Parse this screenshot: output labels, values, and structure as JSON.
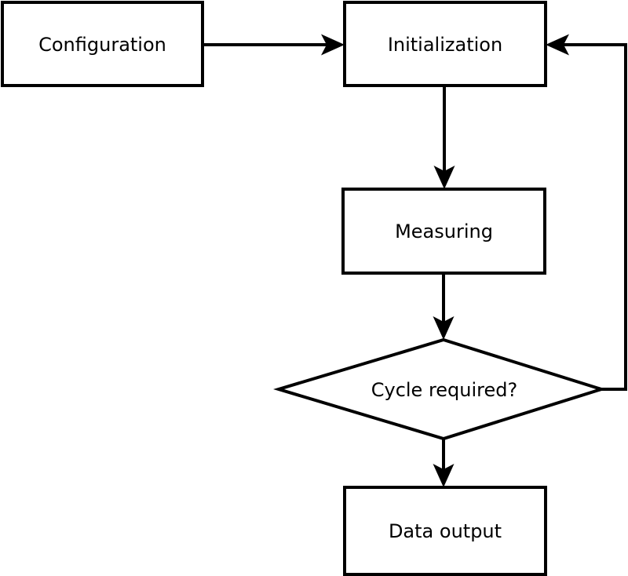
{
  "diagram": {
    "type": "flowchart",
    "colors": {
      "background": "#ffffff",
      "node_fill": "#ffffff",
      "stroke": "#000000",
      "text": "#000000"
    },
    "nodes": [
      {
        "id": "configuration",
        "shape": "rectangle",
        "label": "Configuration"
      },
      {
        "id": "initialization",
        "shape": "rectangle",
        "label": "Initialization"
      },
      {
        "id": "measuring",
        "shape": "rectangle",
        "label": "Measuring"
      },
      {
        "id": "cycle-required",
        "shape": "diamond",
        "label": "Cycle required?"
      },
      {
        "id": "data-output",
        "shape": "rectangle",
        "label": "Data output"
      }
    ],
    "edges": [
      {
        "from": "configuration",
        "to": "initialization",
        "kind": "forward"
      },
      {
        "from": "initialization",
        "to": "measuring",
        "kind": "forward"
      },
      {
        "from": "measuring",
        "to": "cycle-required",
        "kind": "forward"
      },
      {
        "from": "cycle-required",
        "to": "data-output",
        "kind": "forward"
      },
      {
        "from": "cycle-required",
        "to": "initialization",
        "kind": "loop-back"
      }
    ]
  }
}
